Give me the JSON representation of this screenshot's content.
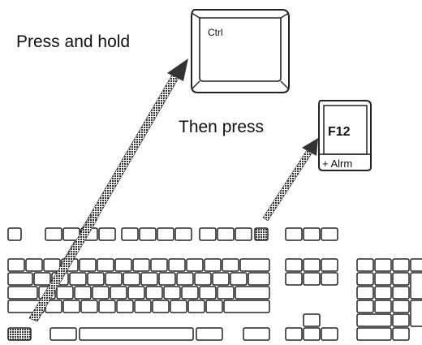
{
  "instructions": {
    "step1": "Press and hold",
    "step2": "Then press"
  },
  "keys": {
    "ctrl": "Ctrl",
    "f12_main": "F12",
    "f12_sub": "+ Alrm"
  },
  "highlight_color": "#444444",
  "stroke_color": "#222222"
}
